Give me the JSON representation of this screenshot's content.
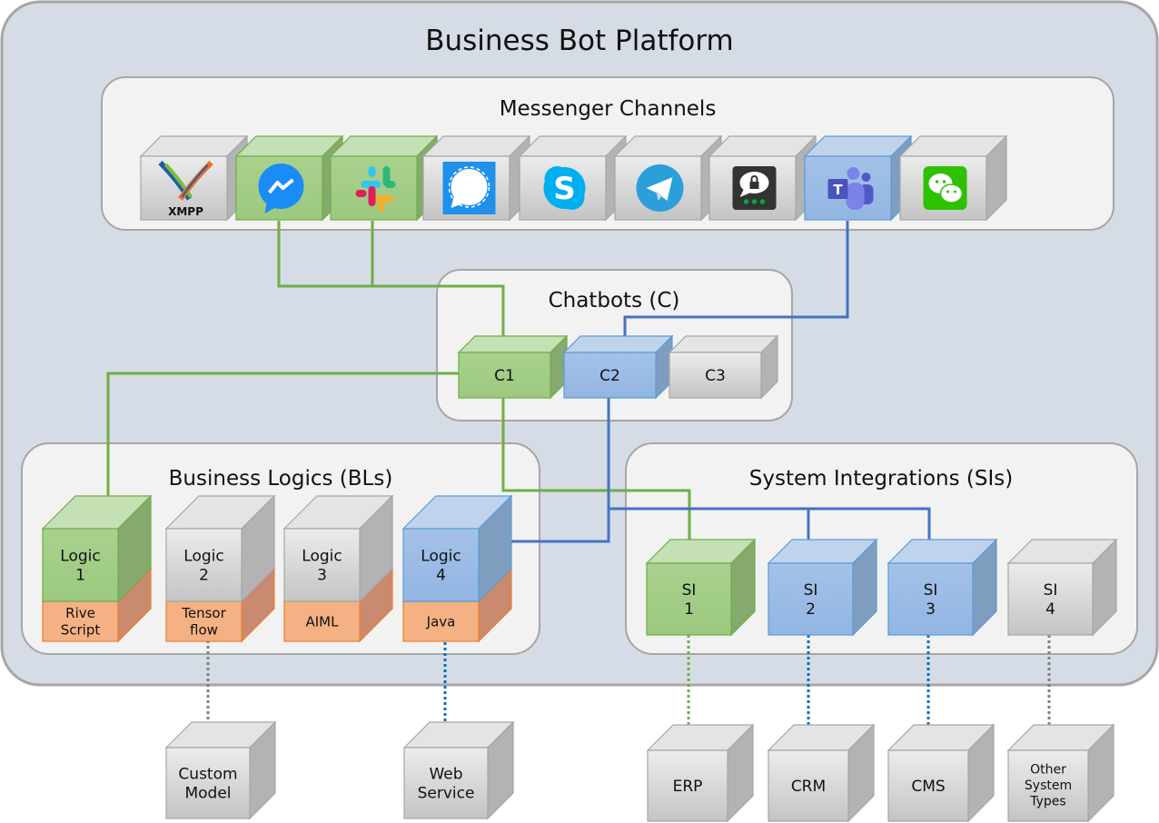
{
  "platform": {
    "title": "Business Bot Platform"
  },
  "colors": {
    "green": "#70ad47",
    "blue": "#4472c4",
    "gray": "#a5a5a5",
    "orange": "#ed7d31",
    "platform_bg": "#d6dce5",
    "group_bg": "#f2f2f2"
  },
  "messenger": {
    "title": "Messenger Channels",
    "channels": [
      {
        "name": "XMPP",
        "icon": "xmpp-icon",
        "text": "XMPP",
        "color": "gray"
      },
      {
        "name": "Facebook Messenger",
        "icon": "messenger-icon",
        "color": "green"
      },
      {
        "name": "Slack",
        "icon": "slack-icon",
        "color": "green"
      },
      {
        "name": "Signal",
        "icon": "signal-icon",
        "color": "gray"
      },
      {
        "name": "Skype",
        "icon": "skype-icon",
        "text": "S",
        "color": "gray"
      },
      {
        "name": "Telegram",
        "icon": "telegram-icon",
        "color": "gray"
      },
      {
        "name": "Threema",
        "icon": "threema-icon",
        "color": "gray"
      },
      {
        "name": "Microsoft Teams",
        "icon": "teams-icon",
        "text": "T",
        "color": "blue"
      },
      {
        "name": "WeChat",
        "icon": "wechat-icon",
        "color": "gray"
      }
    ]
  },
  "chatbots": {
    "title": "Chatbots (C)",
    "items": [
      {
        "label": "C1",
        "color": "green"
      },
      {
        "label": "C2",
        "color": "blue"
      },
      {
        "label": "C3",
        "color": "gray"
      }
    ]
  },
  "business_logics": {
    "title": "Business Logics (BLs)",
    "items": [
      {
        "line1": "Logic",
        "line2": "1",
        "tech1": "Rive",
        "tech2": "Script",
        "color": "green"
      },
      {
        "line1": "Logic",
        "line2": "2",
        "tech1": "Tensor",
        "tech2": "flow",
        "color": "gray"
      },
      {
        "line1": "Logic",
        "line2": "3",
        "tech1": "AIML",
        "tech2": "",
        "color": "gray"
      },
      {
        "line1": "Logic",
        "line2": "4",
        "tech1": "Java",
        "tech2": "",
        "color": "blue"
      }
    ]
  },
  "system_integrations": {
    "title": "System Integrations (SIs)",
    "items": [
      {
        "line1": "SI",
        "line2": "1",
        "color": "green"
      },
      {
        "line1": "SI",
        "line2": "2",
        "color": "blue"
      },
      {
        "line1": "SI",
        "line2": "3",
        "color": "blue"
      },
      {
        "line1": "SI",
        "line2": "4",
        "color": "gray"
      }
    ]
  },
  "external": {
    "logic_targets": [
      {
        "lines": [
          "Custom",
          "Model"
        ],
        "link_color": "gray"
      },
      {
        "lines": [
          "Web",
          "Service"
        ],
        "link_color": "blue"
      }
    ],
    "system_targets": [
      {
        "lines": [
          "ERP"
        ],
        "link_color": "green"
      },
      {
        "lines": [
          "CRM"
        ],
        "link_color": "blue"
      },
      {
        "lines": [
          "CMS"
        ],
        "link_color": "blue"
      },
      {
        "lines": [
          "Other",
          "System",
          "Types"
        ],
        "link_color": "gray"
      }
    ]
  }
}
